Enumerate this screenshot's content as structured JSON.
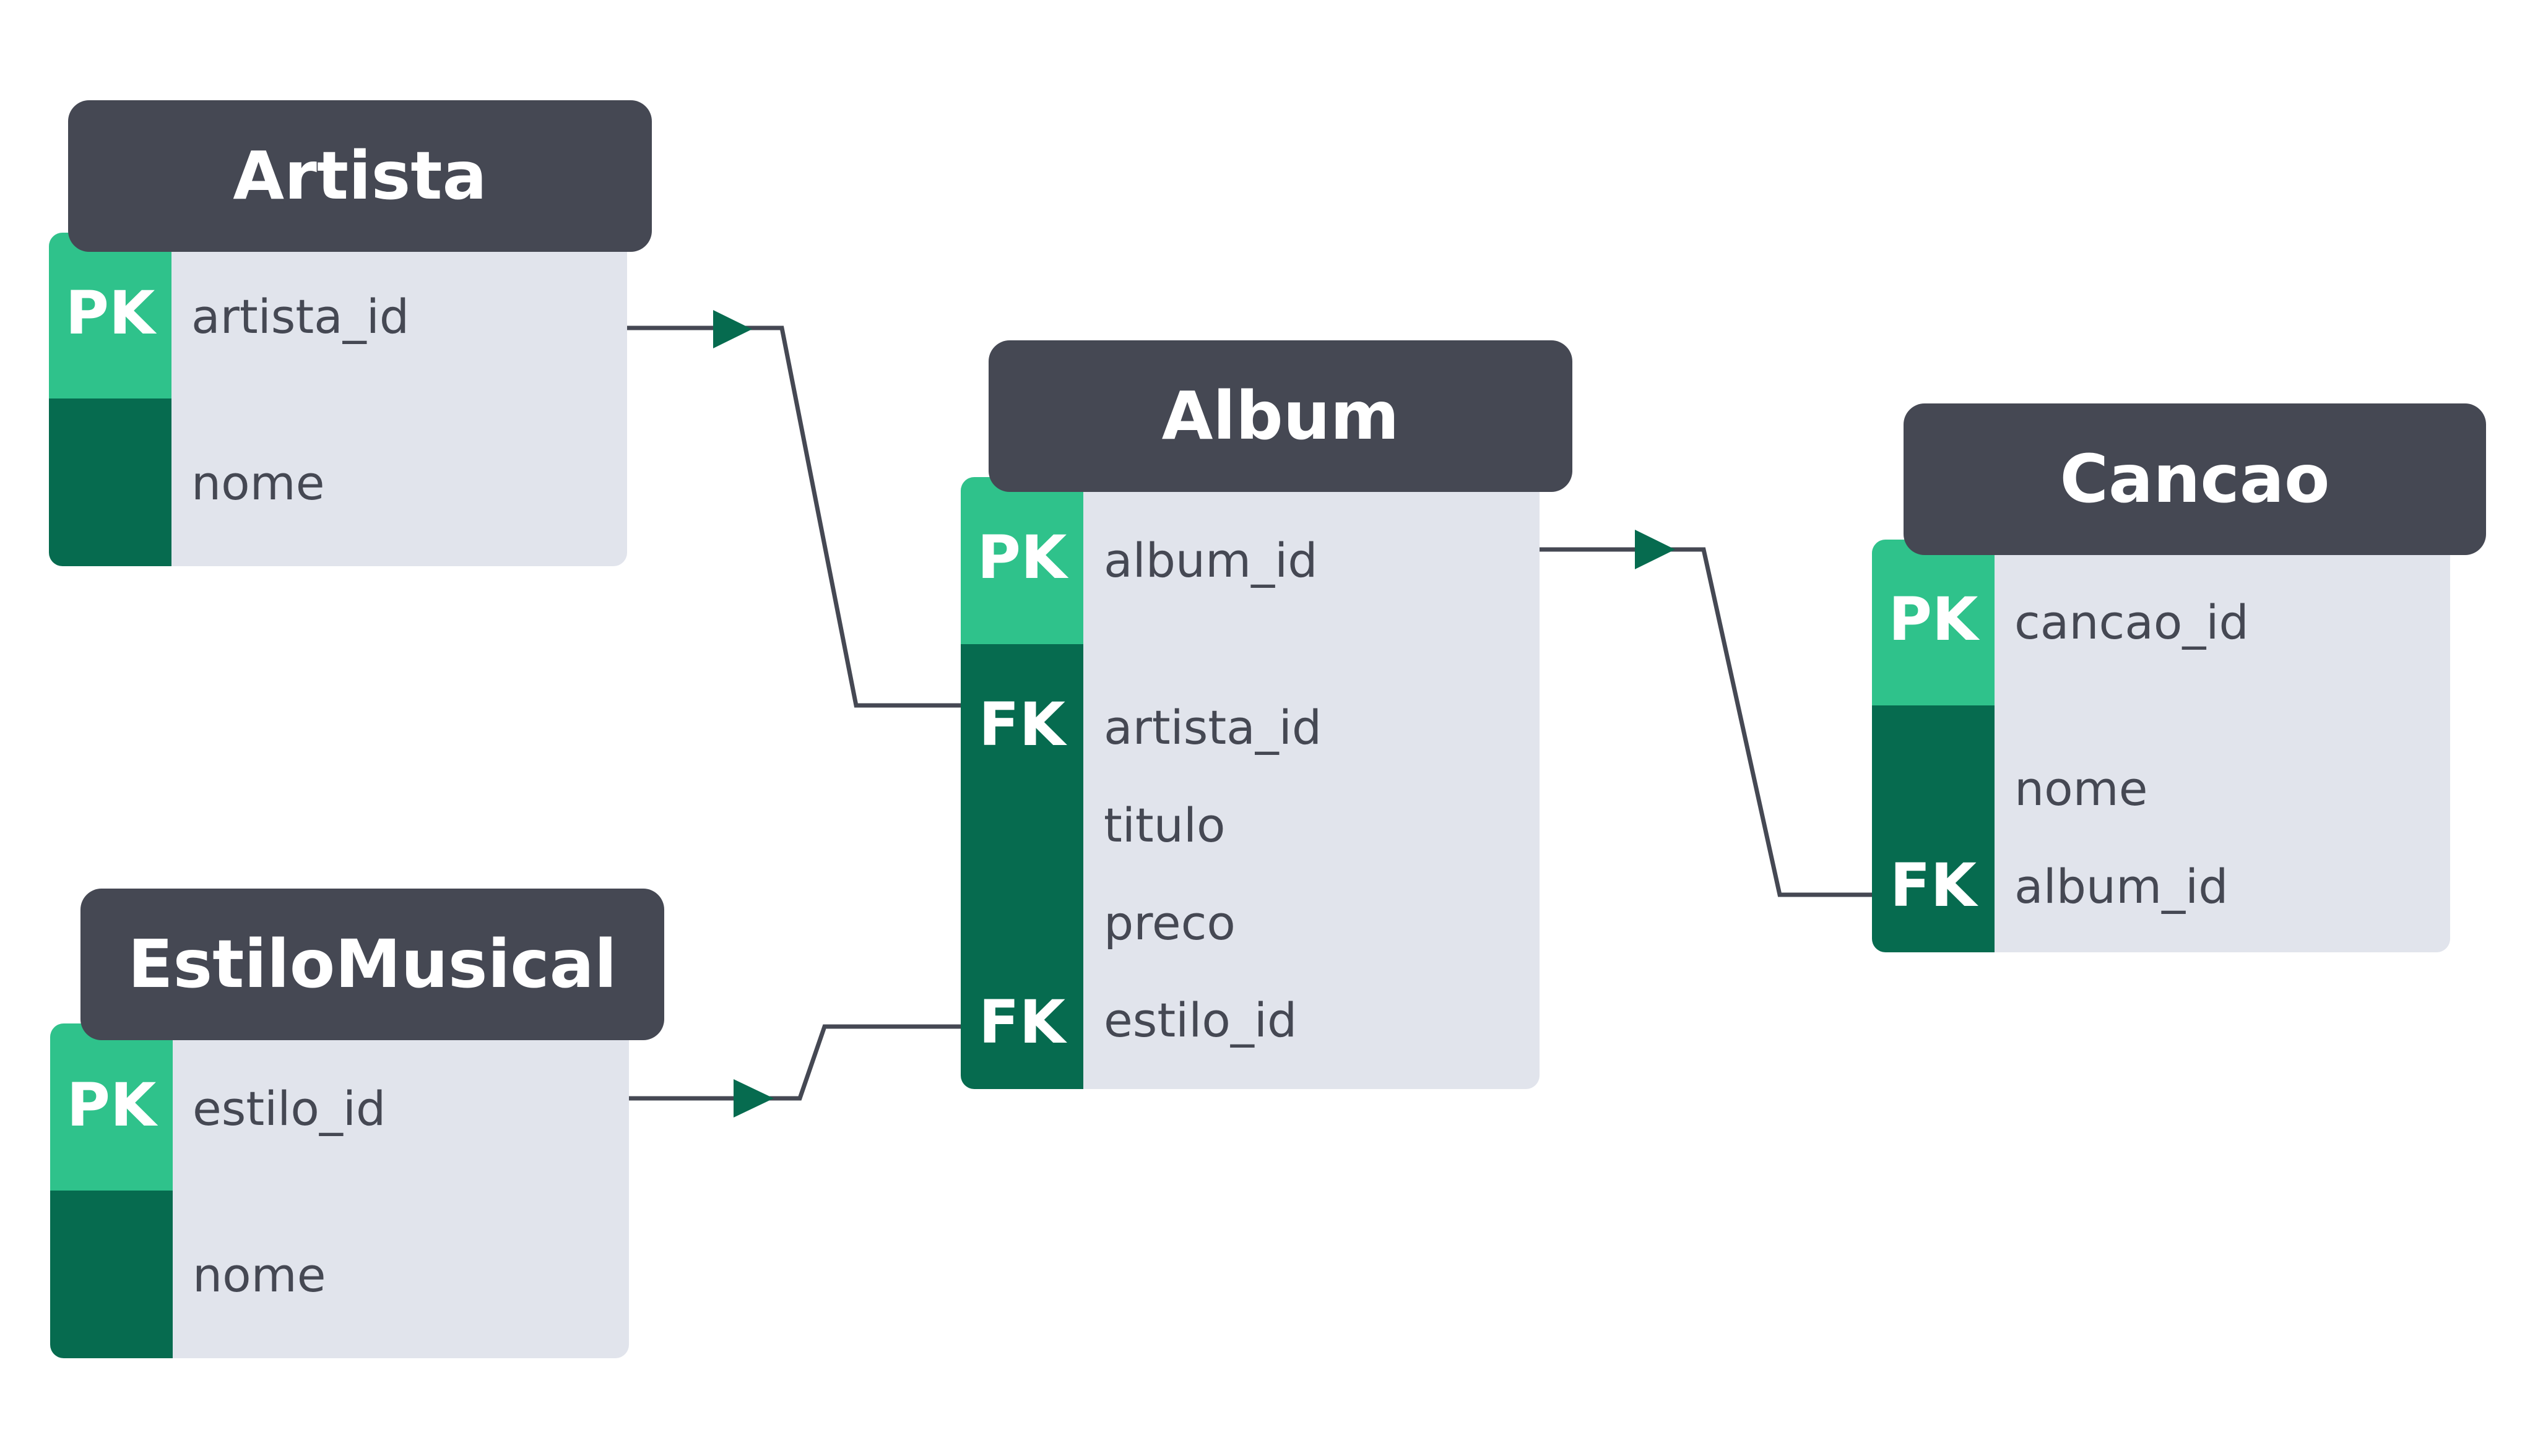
{
  "colors": {
    "header": "#454853",
    "body": "#e1e4ec",
    "pk": "#2fc28b",
    "fk": "#066b4f",
    "line": "#454853",
    "arrow": "#066b4f"
  },
  "entities": {
    "artista": {
      "title": "Artista",
      "pk": "PK",
      "fields": [
        "artista_id",
        "nome"
      ]
    },
    "album": {
      "title": "Album",
      "pk": "PK",
      "fk1": "FK",
      "fk2": "FK",
      "fields": [
        "album_id",
        "artista_id",
        "titulo",
        "preco",
        "estilo_id"
      ]
    },
    "cancao": {
      "title": "Cancao",
      "pk": "PK",
      "fk": "FK",
      "fields": [
        "cancao_id",
        "nome",
        "album_id"
      ]
    },
    "estilo": {
      "title": "EstiloMusical",
      "pk": "PK",
      "fields": [
        "estilo_id",
        "nome"
      ]
    }
  },
  "relationships": [
    {
      "from": "Artista.artista_id",
      "to": "Album.artista_id"
    },
    {
      "from": "EstiloMusical.estilo_id",
      "to": "Album.estilo_id"
    },
    {
      "from": "Album.album_id",
      "to": "Cancao.album_id"
    }
  ]
}
